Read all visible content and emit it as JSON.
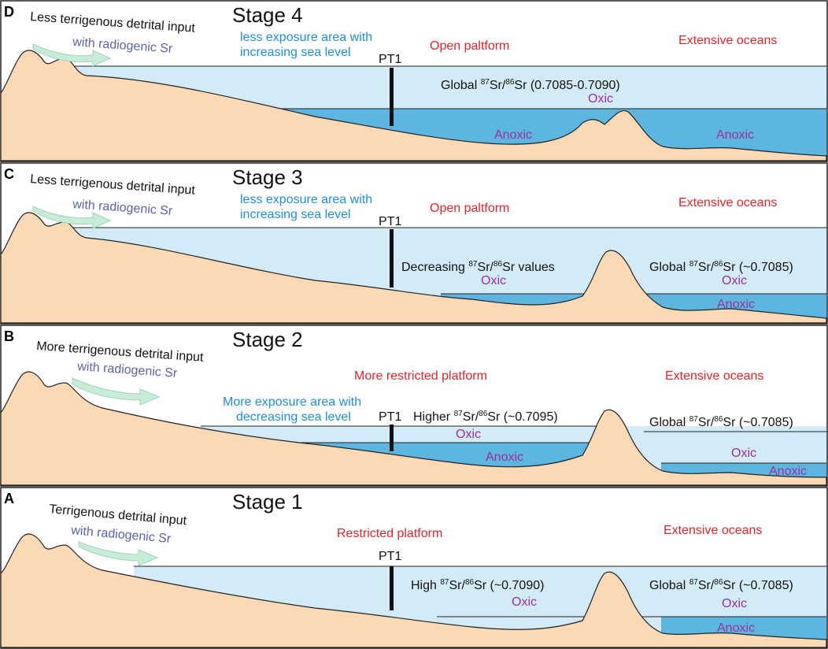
{
  "colors": {
    "land": "#fbd9b4",
    "shallow_water": "#d3eaf7",
    "deep_water": "#5cb6e0",
    "arrow": "#c8ecd8",
    "red_text": "#e0242b",
    "blue_text": "#1d8fd6",
    "purple_text": "#5a64a6",
    "magenta_text": "#9a2fa0"
  },
  "icons": [
    "terrigenous-input-arrow",
    "pt1-section-marker"
  ],
  "panels": {
    "d": {
      "letter": "D",
      "stage": "Stage 4",
      "input": "Less terrigenous detrital input",
      "input_sub": "with radiogenic Sr",
      "exposure_line1": "less exposure area with",
      "exposure_line2": "increasing sea level",
      "pt": "PT1",
      "platform": "Open paltform",
      "ocean": "Extensive oceans",
      "sr": {
        "pre": "Global ",
        "m1": "87",
        "s1": "Sr/",
        "m2": "86",
        "post": "Sr (0.7085-0.7090)"
      },
      "oxic": "Oxic",
      "anoxic_left": "Anoxic",
      "anoxic_right": "Anoxic"
    },
    "c": {
      "letter": "C",
      "stage": "Stage 3",
      "input": "Less terrigenous detrital input",
      "input_sub": "with radiogenic Sr",
      "exposure_line1": "less exposure area with",
      "exposure_line2": "increasing sea level",
      "pt": "PT1",
      "platform": "Open paltform",
      "ocean": "Extensive oceans",
      "sr_left": {
        "pre": "Decreasing ",
        "m1": "87",
        "s1": "Sr/",
        "m2": "86",
        "post": "Sr values"
      },
      "oxic_left": "Oxic",
      "sr_right": {
        "pre": "Global ",
        "m1": "87",
        "s1": "Sr/",
        "m2": "86",
        "post": "Sr (~0.7085)"
      },
      "oxic_right": "Oxic",
      "anoxic_right": "Anoxic"
    },
    "b": {
      "letter": "B",
      "stage": "Stage 2",
      "input": "More terrigenous detrital input",
      "input_sub": "with radiogenic Sr",
      "exposure_line1": "More exposure area with",
      "exposure_line2": "decreasing sea level",
      "pt": "PT1",
      "platform": "More restricted platform",
      "ocean": "Extensive oceans",
      "sr_left": {
        "pre": "Higher ",
        "m1": "87",
        "s1": "Sr/",
        "m2": "86",
        "post": "Sr (~0.7095)"
      },
      "oxic_left": "Oxic",
      "anoxic_left": "Anoxic",
      "sr_right": {
        "pre": "Global ",
        "m1": "87",
        "s1": "Sr/",
        "m2": "86",
        "post": "Sr (~0.7085)"
      },
      "oxic_right": "Oxic",
      "anoxic_right": "Anoxic"
    },
    "a": {
      "letter": "A",
      "stage": "Stage 1",
      "input": "Terrigenous detrital input",
      "input_sub": "with radiogenic Sr",
      "pt": "PT1",
      "platform": "Restricted platform",
      "ocean": "Extensive oceans",
      "sr_left": {
        "pre": "High ",
        "m1": "87",
        "s1": "Sr/",
        "m2": "86",
        "post": "Sr (~0.7090)"
      },
      "oxic_left": "Oxic",
      "sr_right": {
        "pre": "Global ",
        "m1": "87",
        "s1": "Sr/",
        "m2": "86",
        "post": "Sr (~0.7085)"
      },
      "oxic_right": "Oxic",
      "anoxic_right": "Anoxic"
    }
  }
}
